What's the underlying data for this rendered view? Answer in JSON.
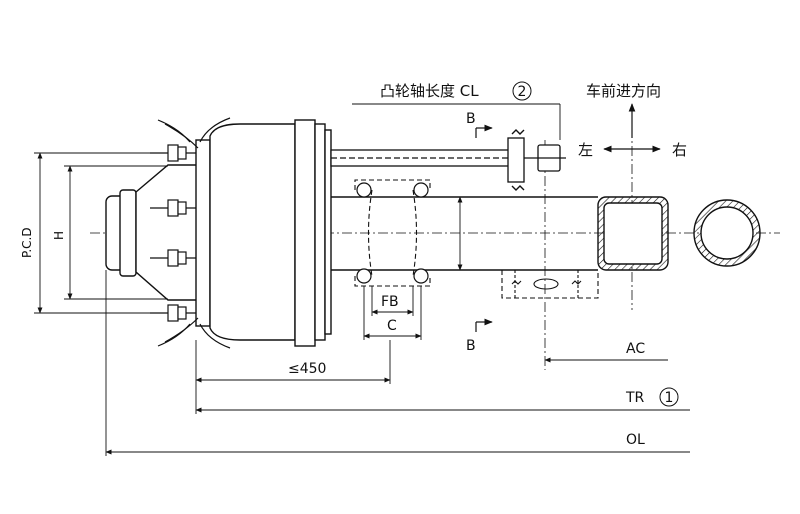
{
  "labels": {
    "cam_shaft_length": "凸轮轴长度 CL",
    "circle2": "2",
    "forward_direction": "车前进方向",
    "left": "左",
    "right": "右",
    "section_b_top": "B",
    "section_b_bottom": "B",
    "pcd": "P.C.D",
    "h": "H",
    "fb": "FB",
    "c": "C",
    "le450": "≤450",
    "ac": "AC",
    "tr": "TR",
    "circle1": "1",
    "ol": "OL"
  }
}
